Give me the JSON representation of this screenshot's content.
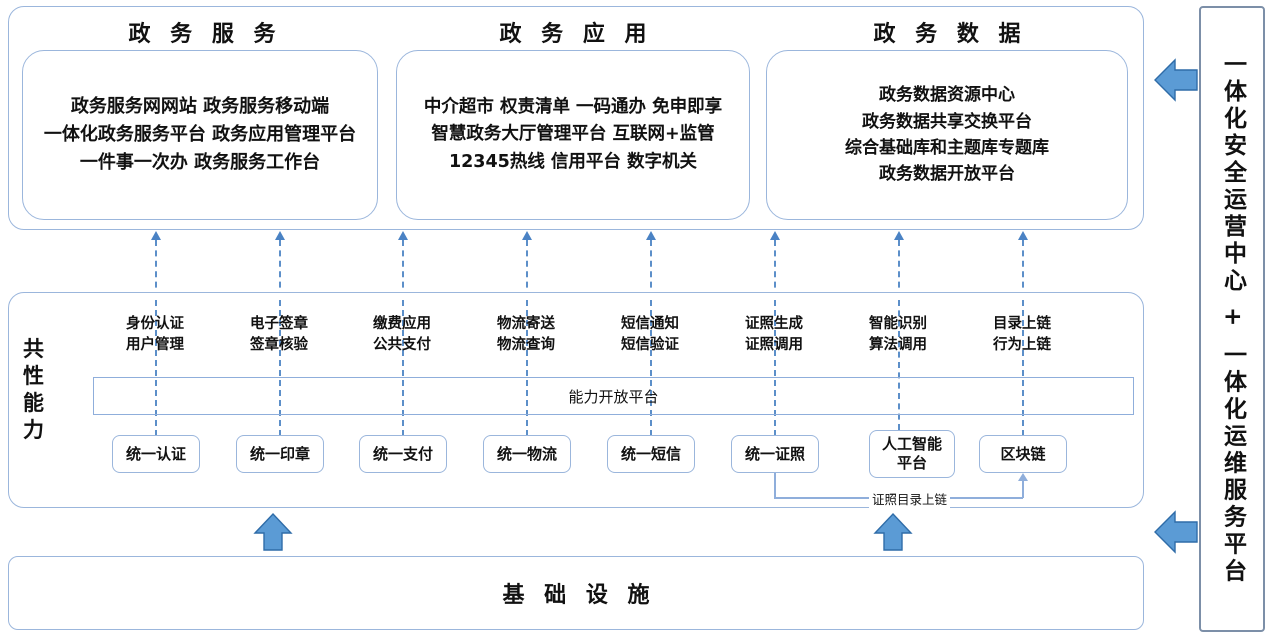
{
  "colors": {
    "panel_border": "#9BB6DC",
    "dashed_arrow": "#5C8FC9",
    "fat_arrow_fill": "#5B9BD5",
    "fat_arrow_stroke": "#2F6CA8",
    "text": "#111111",
    "right_panel_border": "#7C8FA8"
  },
  "top_layer": {
    "sections": [
      {
        "title": "政 务 服 务",
        "lines": [
          "政务服务网网站 政务服务移动端",
          "一体化政务服务平台 政务应用管理平台",
          "一件事一次办 政务服务工作台"
        ]
      },
      {
        "title": "政 务 应 用",
        "lines": [
          "中介超市 权责清单 一码通办 免申即享",
          "智慧政务大厅管理平台 互联网+监管",
          "12345热线 信用平台 数字机关"
        ]
      },
      {
        "title": "政 务 数 据",
        "lines": [
          "政务数据资源中心",
          "政务数据共享交换平台",
          "综合基础库和主题库专题库",
          "政务数据开放平台"
        ]
      }
    ]
  },
  "capability_layer": {
    "side_label_chars": [
      "共",
      "性",
      "能",
      "力"
    ],
    "open_platform_label": "能力开放平台",
    "columns": [
      {
        "caption_lines": [
          "身份认证",
          "用户管理"
        ],
        "box_lines": [
          "统一认证"
        ]
      },
      {
        "caption_lines": [
          "电子签章",
          "签章核验"
        ],
        "box_lines": [
          "统一印章"
        ]
      },
      {
        "caption_lines": [
          "缴费应用",
          "公共支付"
        ],
        "box_lines": [
          "统一支付"
        ]
      },
      {
        "caption_lines": [
          "物流寄送",
          "物流查询"
        ],
        "box_lines": [
          "统一物流"
        ]
      },
      {
        "caption_lines": [
          "短信通知",
          "短信验证"
        ],
        "box_lines": [
          "统一短信"
        ]
      },
      {
        "caption_lines": [
          "证照生成",
          "证照调用"
        ],
        "box_lines": [
          "统一证照"
        ]
      },
      {
        "caption_lines": [
          "智能识别",
          "算法调用"
        ],
        "box_lines": [
          "人工智能",
          "平台"
        ]
      },
      {
        "caption_lines": [
          "目录上链",
          "行为上链"
        ],
        "box_lines": [
          "区块链"
        ]
      }
    ],
    "chain_connector_label": "证照目录上链"
  },
  "infrastructure": {
    "label": "基 础 设 施"
  },
  "right_panel": {
    "label": "一体化安全运营中心 + 一体化运维服务平台"
  }
}
